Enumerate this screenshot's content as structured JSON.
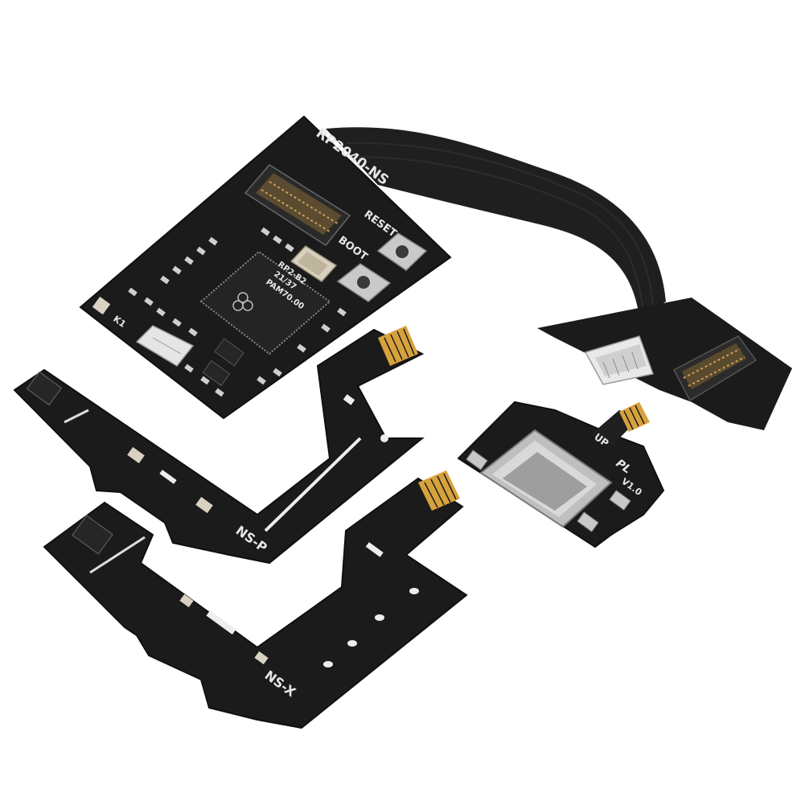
{
  "photo": {
    "background_color": "#ffffff",
    "pcb_color": "#1b1b1b",
    "flex_color": "#202020",
    "gold_color": "#d7a23c",
    "chip_color": "#242424"
  },
  "labels": {
    "main_board": "RP2040-NS",
    "reset": "RESET",
    "boot": "BOOT",
    "chip_line1": "RP2-B2",
    "chip_line2": "21/37",
    "chip_line3": "PAM70.00",
    "k1": "K1",
    "ns_p": "NS-P",
    "ns_x": "NS-X",
    "usb_up": "UP",
    "usb_version": "V1.0",
    "usb_logo": "PL"
  }
}
